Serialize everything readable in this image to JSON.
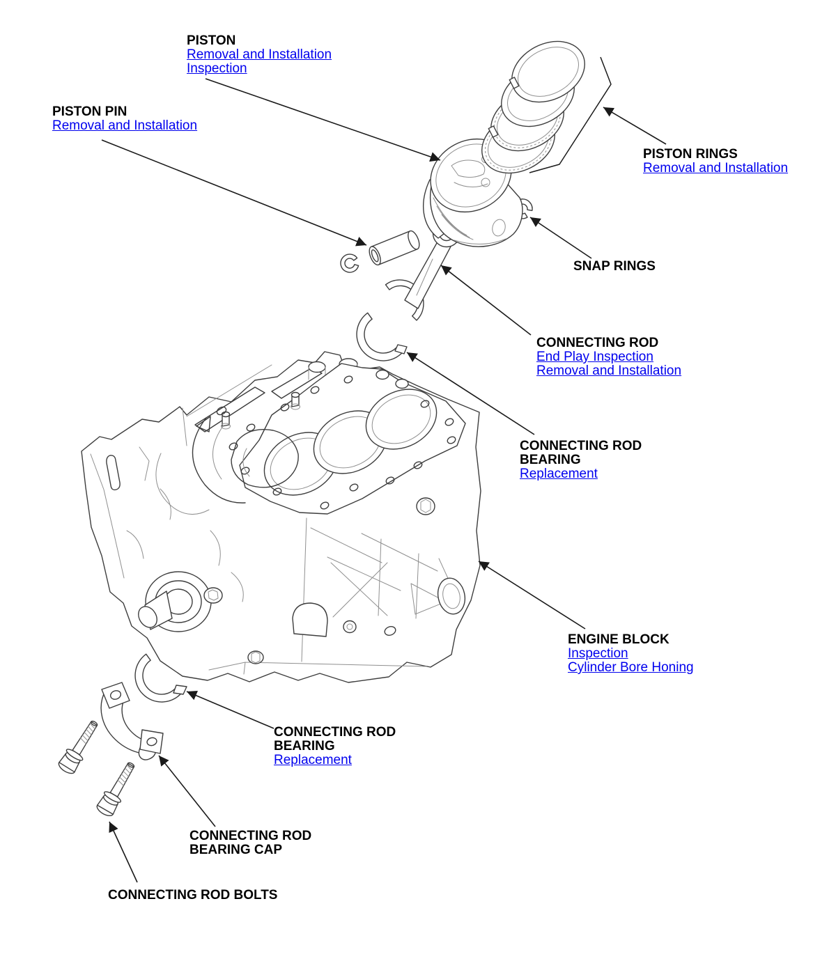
{
  "page": {
    "background": "#ffffff",
    "line_color": "#3d3d3d",
    "leader_color": "#1a1a1a",
    "link_color": "#0000ee",
    "heading_color": "#000000"
  },
  "labels": [
    {
      "id": "piston",
      "title_lines": [
        "PISTON"
      ],
      "links": [
        "Removal and Installation",
        "Inspection"
      ]
    },
    {
      "id": "piston-pin",
      "title_lines": [
        "PISTON PIN"
      ],
      "links": [
        "Removal and Installation"
      ]
    },
    {
      "id": "piston-rings",
      "title_lines": [
        "PISTON RINGS"
      ],
      "links": [
        "Removal and Installation"
      ]
    },
    {
      "id": "snap-rings",
      "title_lines": [
        "SNAP RINGS"
      ],
      "links": []
    },
    {
      "id": "connecting-rod",
      "title_lines": [
        "CONNECTING ROD"
      ],
      "links": [
        "End Play Inspection",
        "Removal and Installation"
      ]
    },
    {
      "id": "connecting-rod-bearing-upper",
      "title_lines": [
        "CONNECTING ROD",
        "BEARING"
      ],
      "links": [
        "Replacement"
      ]
    },
    {
      "id": "engine-block",
      "title_lines": [
        "ENGINE BLOCK"
      ],
      "links": [
        "Inspection",
        "Cylinder Bore Honing"
      ]
    },
    {
      "id": "connecting-rod-bearing-lower",
      "title_lines": [
        "CONNECTING ROD",
        "BEARING"
      ],
      "links": [
        "Replacement"
      ]
    },
    {
      "id": "connecting-rod-bearing-cap",
      "title_lines": [
        "CONNECTING ROD",
        "BEARING CAP"
      ],
      "links": []
    },
    {
      "id": "connecting-rod-bolts",
      "title_lines": [
        "CONNECTING ROD BOLTS"
      ],
      "links": []
    }
  ],
  "diagram": {
    "parts": [
      "piston-rings",
      "piston",
      "snap-ring-right",
      "snap-ring-left",
      "piston-pin",
      "connecting-rod",
      "connecting-rod-bearing-upper",
      "engine-block",
      "connecting-rod-bearing-lower",
      "connecting-rod-bearing-cap",
      "connecting-rod-bolt-1",
      "connecting-rod-bolt-2"
    ]
  }
}
